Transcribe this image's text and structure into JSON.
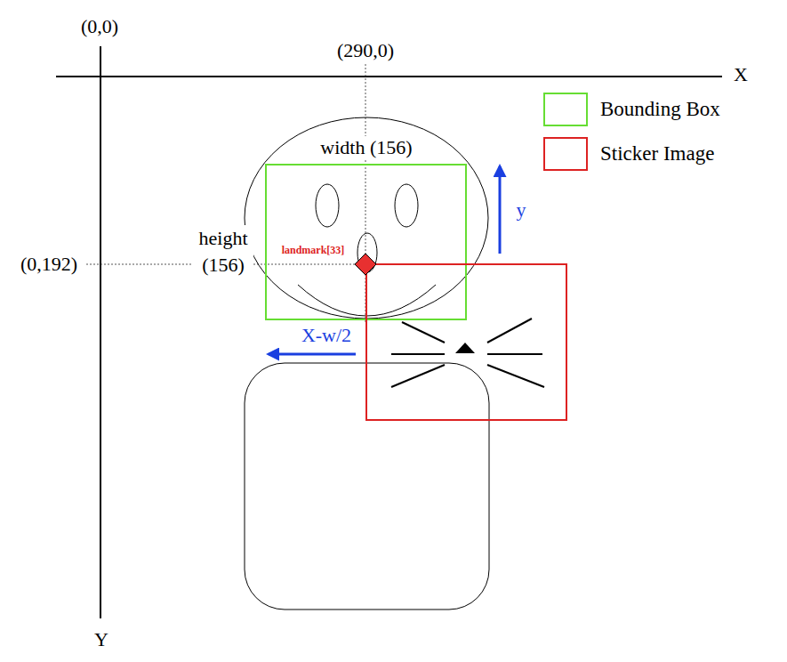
{
  "diagram": {
    "labels": [
      "(0,0)",
      "X",
      "(290,0)",
      "width (156)",
      "height (156)",
      "landmark[33]",
      "(0,192)",
      "y",
      "X-w/2",
      "Y"
    ],
    "legend": [
      {
        "text": "Bounding Box",
        "color": "#66dd33"
      },
      {
        "text": "Sticker Image",
        "color": "#dd2222"
      }
    ]
  }
}
